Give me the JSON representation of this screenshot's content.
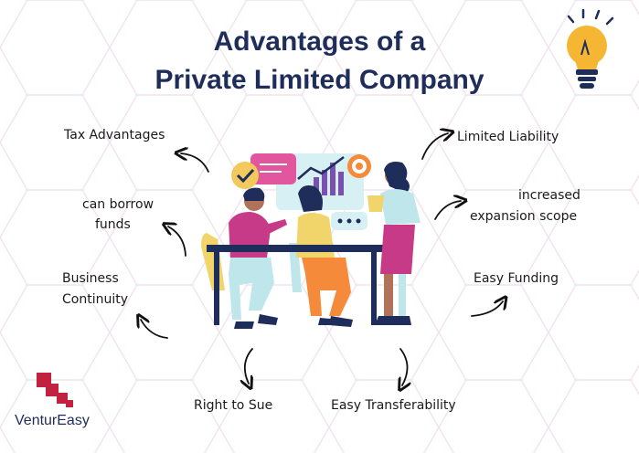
{
  "title": {
    "line1": "Advantages of a",
    "line2": "Private Limited Company"
  },
  "advantages": {
    "tax": "Tax Advantages",
    "borrow_l1": "can borrow",
    "borrow_l2": "funds",
    "continuity_l1": "Business",
    "continuity_l2": "Continuity",
    "sue": "Right to Sue",
    "transfer": "Easy Transferability",
    "liability": "Limited Liability",
    "expansion_l1": "increased",
    "expansion_l2": "expansion scope",
    "funding": "Easy Funding"
  },
  "brand": {
    "name": "VenturEasy",
    "logo_color": "#c2213f"
  },
  "colors": {
    "title": "#1f2d5a",
    "bulb": "#f5b733",
    "accent": "#e2569e"
  },
  "icons": [
    "lightbulb-icon",
    "checkmark-icon",
    "growth-chart-icon",
    "target-icon",
    "speech-bubble-icon"
  ]
}
